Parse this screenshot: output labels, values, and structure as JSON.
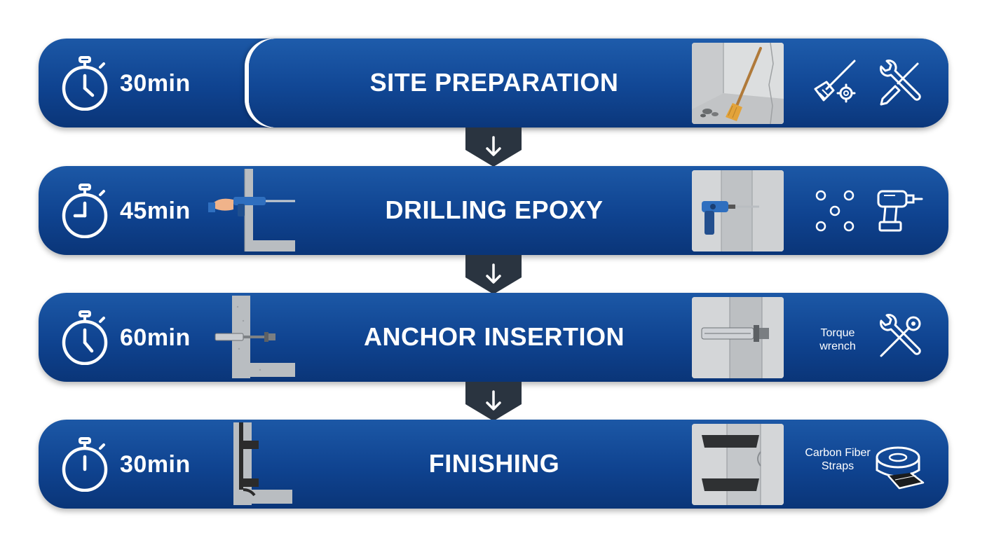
{
  "steps": [
    {
      "time": "30min",
      "title": "SITE PREPARATION"
    },
    {
      "time": "45min",
      "title": "DRILLING EPOXY"
    },
    {
      "time": "60min",
      "title": "ANCHOR INSERTION",
      "tool_label": "Torque wrench"
    },
    {
      "time": "30min",
      "title": "FINISHING",
      "tool_label": "Carbon Fiber Straps"
    }
  ],
  "icons": {
    "timer": "stopwatch-icon",
    "broom": "broom-gear-icon",
    "tools": "wrench-screwdriver-icon",
    "holes": "drill-holes-pattern-icon",
    "drill": "cordless-drill-icon",
    "wrench": "torque-wrench-icon",
    "tape": "carbon-fiber-roll-icon",
    "arrow": "down-arrow-icon"
  },
  "colors": {
    "bar_blue": "#0f4390",
    "arrow_bg": "#2a3440",
    "concrete": "#b9bdc1",
    "white": "#ffffff"
  }
}
